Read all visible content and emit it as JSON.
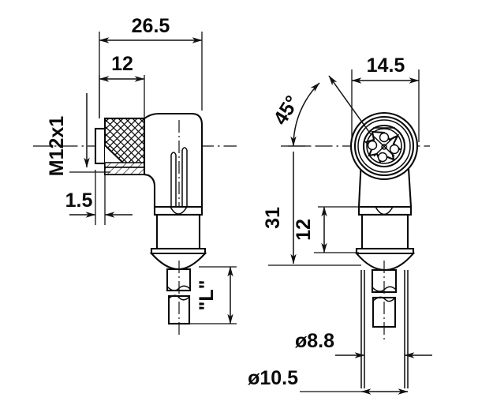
{
  "drawing": {
    "title": "M12x1 angled connector dimensional drawing",
    "units": "mm",
    "line_color": "#0a0a0a",
    "background": "#ffffff"
  },
  "views": {
    "left": {
      "name": "side-view-angled-connector",
      "description": "M12 right-angle female connector side view with knurled coupling nut and cable"
    },
    "right": {
      "name": "front-view-angled-connector",
      "description": "M12 right-angle female connector front view showing 4-pin contact face"
    }
  },
  "dimensions": {
    "overall_length": "26.5",
    "nut_length": "12",
    "thread_spec": "M12x1",
    "nut_offset": "1.5",
    "body_width": "14.5",
    "angle": "45°",
    "height_total": "31",
    "height_partial": "12",
    "cable_dia": "ø8.8",
    "strain_relief_dia": "ø10.5",
    "length_label": "\"L\""
  },
  "labels": {
    "d26_5": "26.5",
    "d12_top": "12",
    "m12x1": "M12x1",
    "d1_5": "1.5",
    "d14_5": "14.5",
    "a45": "45°",
    "d31": "31",
    "d12_right": "12",
    "d8_8": "ø8.8",
    "d10_5": "ø10.5",
    "L": "\"L\""
  }
}
